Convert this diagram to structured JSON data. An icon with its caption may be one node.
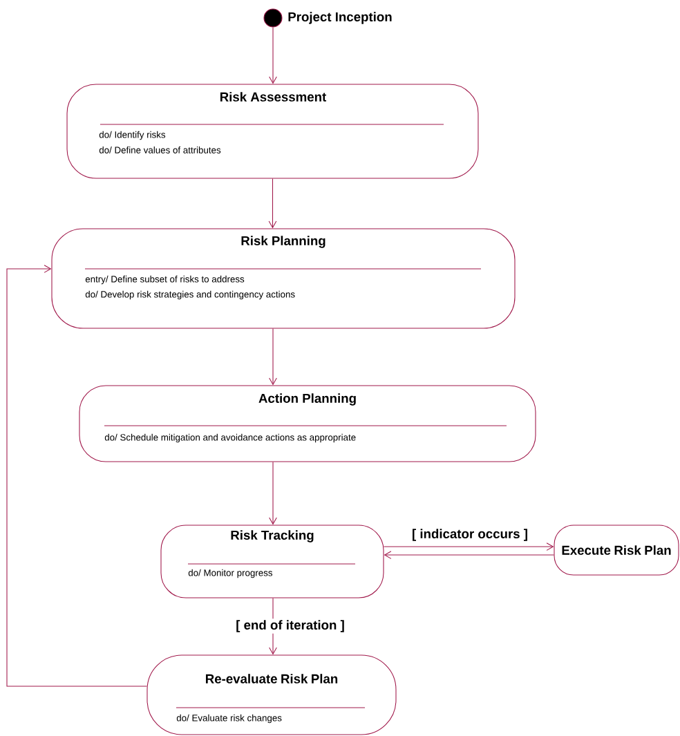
{
  "diagram": {
    "nodes": [
      {
        "text": [],
        "shape": "circle",
        "beside": [
          "Project Inception"
        ]
      },
      {
        "text": [
          "Risk Assessment",
          "do/ Identify risks",
          "do/ Define values of attributes"
        ]
      },
      {
        "text": [
          "Risk Planning",
          "entry/ Define subset of risks to address",
          "do/ Develop risk strategies and contingency actions"
        ]
      },
      {
        "text": [
          "Action Planning",
          "do/ Schedule mitigation and avoidance actions as appropriate"
        ]
      },
      {
        "text": [
          "Risk Tracking",
          "do/ Monitor progress"
        ]
      },
      {
        "text": [
          "Execute Risk Plan"
        ]
      },
      {
        "text": [
          "Re-evaluate Risk Plan",
          "do/ Evaluate risk changes"
        ]
      }
    ],
    "edges": [
      {
        "from": 0,
        "to": 1,
        "arrow": "to"
      },
      {
        "from": 1,
        "to": 2,
        "arrow": "to"
      },
      {
        "from": 2,
        "to": 3,
        "arrow": "to"
      },
      {
        "from": 3,
        "to": 4,
        "arrow": "to"
      },
      {
        "from": 4,
        "to": 5,
        "arrow": "to",
        "label": "[ indicator occurs ]"
      },
      {
        "from": 5,
        "to": 4,
        "arrow": "to"
      },
      {
        "from": 4,
        "to": 6,
        "arrow": "to",
        "label": "[ end of iteration ]"
      },
      {
        "from": 6,
        "to": 2,
        "arrow": "to"
      }
    ]
  }
}
